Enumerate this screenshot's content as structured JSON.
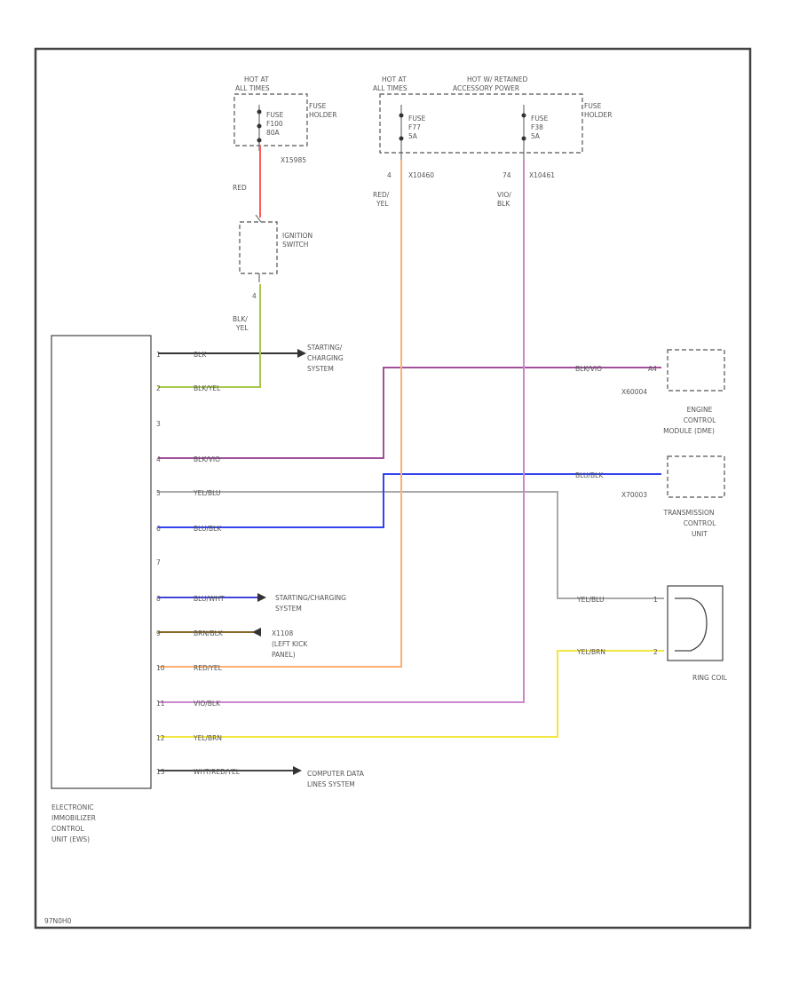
{
  "colors": {
    "red": "#ff5a5a",
    "red_yel": "#ffb070",
    "vio_blk": "#cc88cc",
    "blk": "#333333",
    "blk_yel": "#a8c850",
    "blk_vio": "#a0509a",
    "yel_blu": "#aaaaaa",
    "blu_blk": "#3344ee",
    "blu_wht": "#4444dd",
    "brn_blk": "#8a6a2a",
    "yel_brn": "#f2e640",
    "data_wire": "#444444"
  },
  "fuse_left": {
    "header": [
      "HOT AT",
      "ALL TIMES"
    ],
    "fuse_lines": [
      "FUSE",
      "F100",
      "80A"
    ],
    "holder_lines": [
      "FUSE",
      "HOLDER"
    ],
    "connector": "X15985"
  },
  "fuse_mid": {
    "header": [
      "HOT AT",
      "ALL TIMES"
    ],
    "fuse_lines": [
      "FUSE",
      "F77",
      "5A"
    ],
    "pin": "4",
    "connector": "X10460"
  },
  "fuse_right": {
    "header": [
      "HOT W/ RETAINED",
      "ACCESSORY POWER"
    ],
    "fuse_lines": [
      "FUSE",
      "F38",
      "5A"
    ],
    "holder_lines": [
      "FUSE",
      "HOLDER"
    ],
    "pin": "74",
    "connector": "X10461"
  },
  "wire_labels": {
    "red": "RED",
    "red_yel": [
      "RED/",
      "YEL"
    ],
    "vio_blk": [
      "VIO/",
      "BLK"
    ],
    "blk_yel": [
      "BLK/",
      "YEL"
    ]
  },
  "ignition": {
    "lines": [
      "IGNITION",
      "SWITCH"
    ],
    "pin": "4"
  },
  "ews": {
    "label_lines": [
      "ELECTRONIC",
      "IMMOBILIZER",
      "CONTROL",
      "UNIT (EWS)"
    ],
    "pins": [
      {
        "pin": "1",
        "wire": "BLK"
      },
      {
        "pin": "2",
        "wire": "BLK/YEL"
      },
      {
        "pin": "3",
        "wire": ""
      },
      {
        "pin": "4",
        "wire": "BLK/VIO"
      },
      {
        "pin": "5",
        "wire": "YEL/BLU"
      },
      {
        "pin": "6",
        "wire": "BLU/BLK"
      },
      {
        "pin": "7",
        "wire": ""
      },
      {
        "pin": "8",
        "wire": "BLU/WHT"
      },
      {
        "pin": "9",
        "wire": "BRN/BLK"
      },
      {
        "pin": "10",
        "wire": "RED/YEL"
      },
      {
        "pin": "11",
        "wire": "VIO/BLK"
      },
      {
        "pin": "12",
        "wire": "YEL/BRN"
      },
      {
        "pin": "13",
        "wire": "WHT/RED/YEL"
      }
    ]
  },
  "destinations": {
    "starting_top": [
      "STARTING/",
      "CHARGING",
      "SYSTEM"
    ],
    "starting_mid": [
      "STARTING/CHARGING",
      "SYSTEM"
    ],
    "ground": [
      "X1108",
      "(LEFT KICK",
      "PANEL)"
    ],
    "computer": [
      "COMPUTER DATA",
      "LINES SYSTEM"
    ]
  },
  "ecm": {
    "wire": "BLK/VIO",
    "pin": "A4",
    "connector": "X60004",
    "lines": [
      "ENGINE",
      "CONTROL",
      "MODULE (DME)"
    ]
  },
  "tcu": {
    "wire": "BLU/BLK",
    "connector": "X70003",
    "lines": [
      "TRANSMISSION",
      "CONTROL",
      "UNIT"
    ]
  },
  "ring_coil": {
    "wire_top": "YEL/BLU",
    "wire_bottom": "YEL/BRN",
    "pins": [
      "1",
      "2"
    ],
    "label": "RING COIL"
  },
  "footer": "97N0H0"
}
